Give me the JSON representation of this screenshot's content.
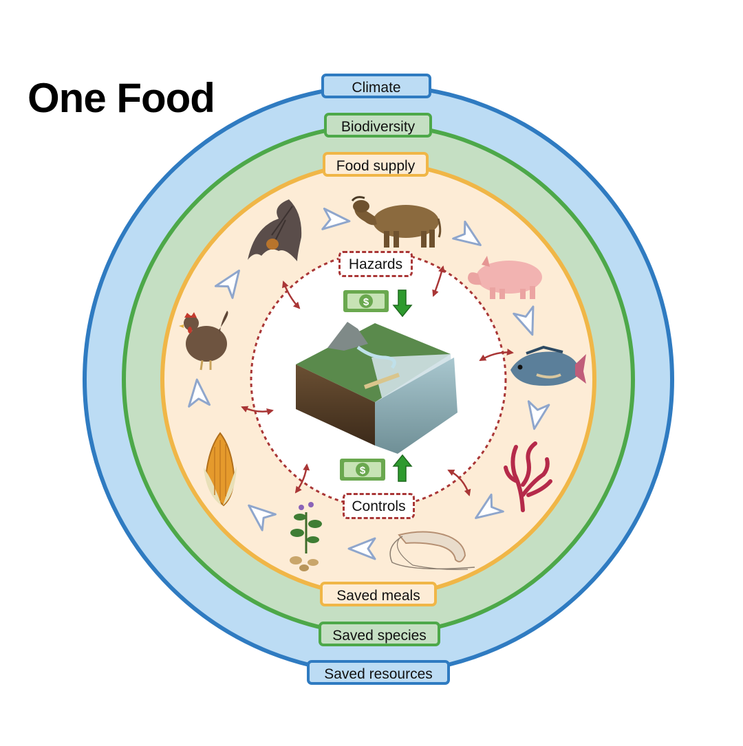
{
  "title": "One Food",
  "rings": {
    "climate": "Climate",
    "biodiversity": "Biodiversity",
    "food_supply": "Food supply",
    "saved_meals": "Saved meals",
    "saved_species": "Saved species",
    "saved_resources": "Saved resources"
  },
  "center": {
    "hazards": "Hazards",
    "controls": "Controls",
    "money_symbol": "$"
  },
  "cycle": [
    "bat",
    "cow",
    "pig",
    "fish",
    "seaweed",
    "shrimp",
    "potato-plant",
    "corn",
    "chicken"
  ],
  "colors": {
    "climate_ring": "#2f7bc1",
    "climate_fill": "#bcdcf4",
    "biodiversity_ring": "#4da849",
    "biodiversity_fill": "#c5dfc3",
    "food_ring": "#f0b647",
    "food_fill": "#fdecd6",
    "dashed": "#a93636",
    "money": "#6aa84f",
    "arrow_green": "#2e9a2e"
  }
}
